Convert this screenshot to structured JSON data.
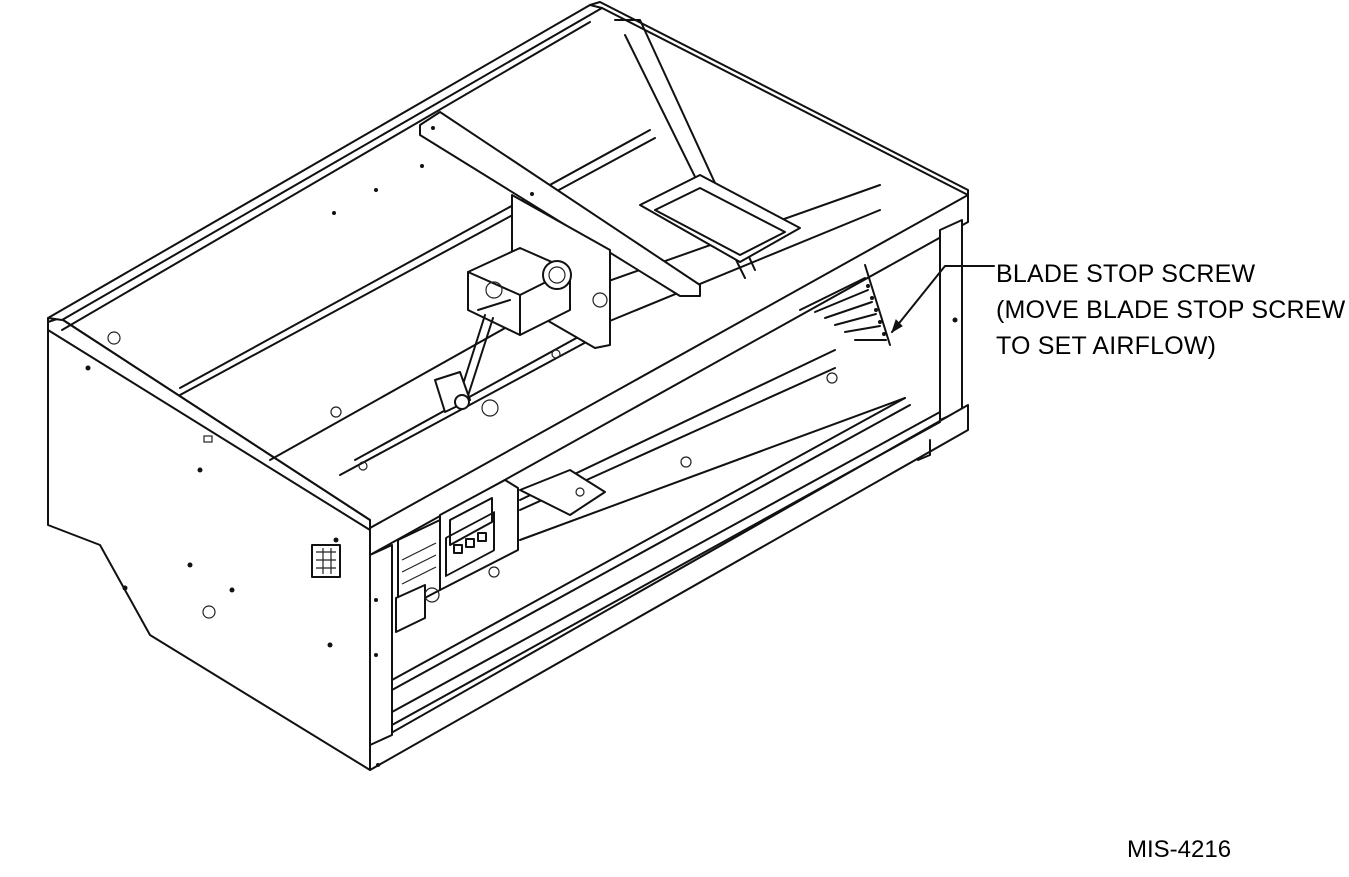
{
  "callout": {
    "line1": "BLADE STOP SCREW",
    "line2": "(MOVE BLADE STOP SCREW",
    "line3": "TO SET AIRFLOW)"
  },
  "figure_id": "MIS-4216"
}
